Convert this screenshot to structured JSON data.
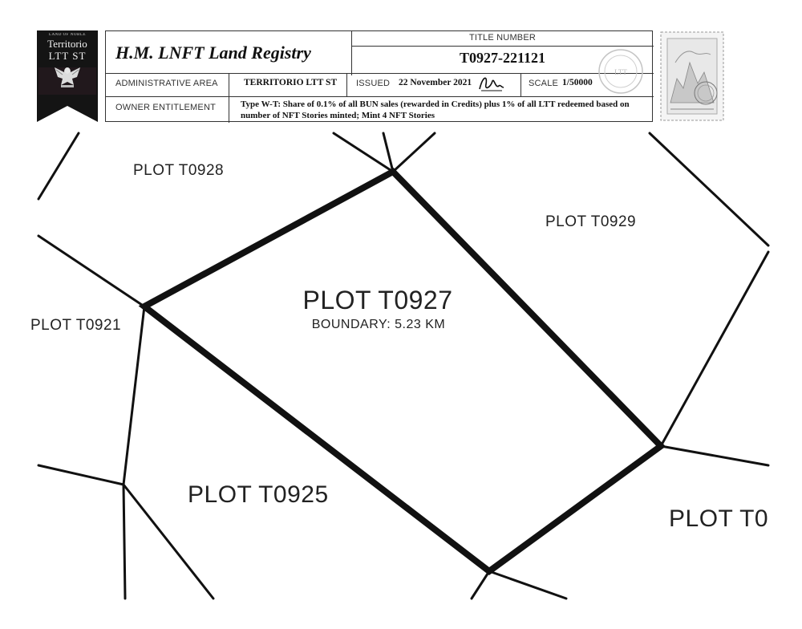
{
  "emblem": {
    "tag": "LAND OF NOBLE",
    "line1": "Territorio",
    "line2": "LTT ST",
    "icon": "eagle-crest-icon"
  },
  "header": {
    "registry_title": "H.M. LNFT Land Registry",
    "title_number_label": "TITLE NUMBER",
    "title_number": "T0927-221121",
    "admin_area_label": "ADMINISTRATIVE AREA",
    "admin_area_value": "TERRITORIO LTT ST",
    "issued_label": "ISSUED",
    "issued_value": "22 November 2021",
    "scale_label": "SCALE",
    "scale_value": "1/50000",
    "owner_label": "OWNER ENTITLEMENT",
    "owner_value": "Type W-T: Share of 0.1% of all BUN sales (rewarded in Credits) plus 1% of all LTT redeemed based on number of NFT Stories minted; Mint 4 NFT Stories"
  },
  "icons": {
    "signature": "signature-icon",
    "seal": "wax-seal-icon",
    "postage": "postage-stamp-icon"
  },
  "map": {
    "plots": {
      "t0928": "PLOT T0928",
      "t0929": "PLOT T0929",
      "t0921": "PLOT T0921",
      "t0927": "PLOT T0927",
      "t0925": "PLOT T0925",
      "edge": "PLOT T0"
    },
    "boundary": "BOUNDARY: 5.23 KM"
  }
}
